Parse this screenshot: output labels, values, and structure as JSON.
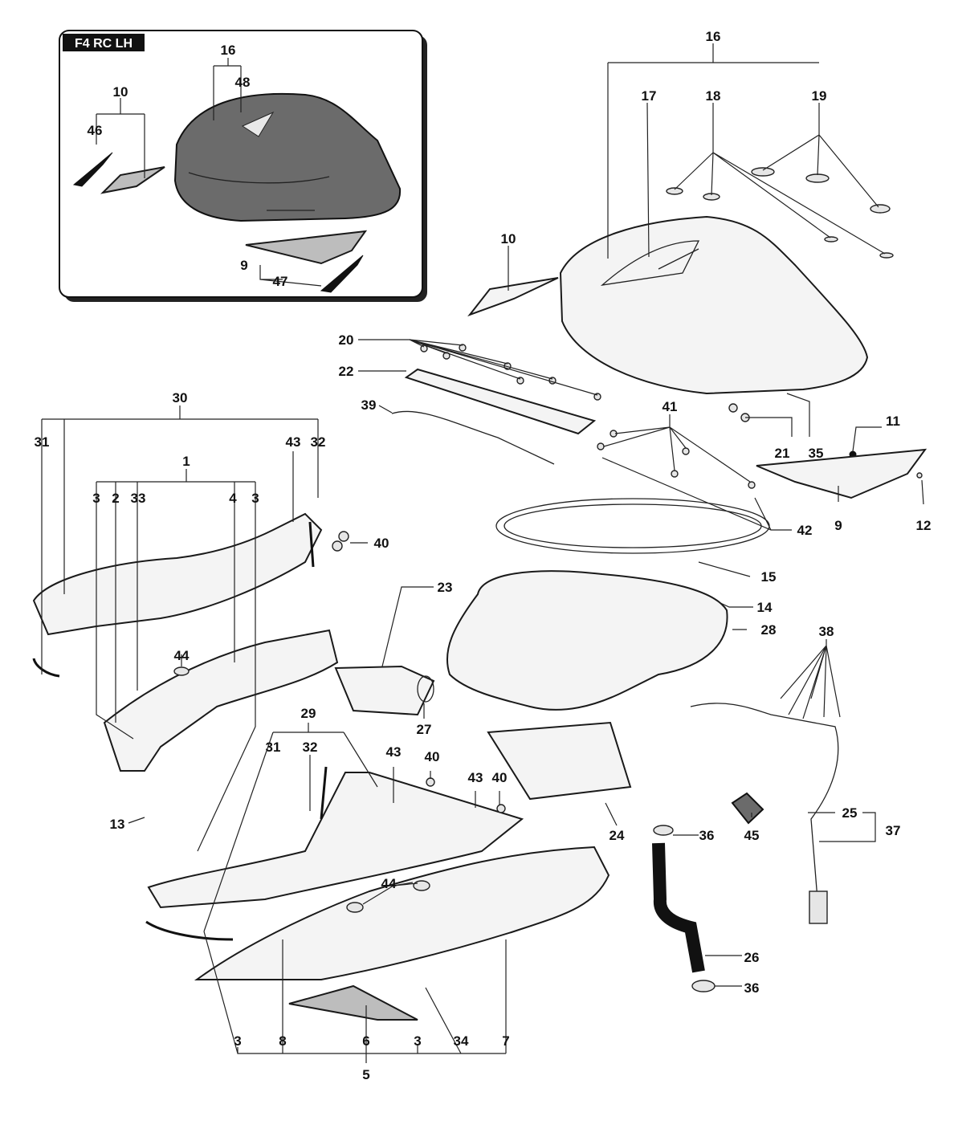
{
  "inset": {
    "title": "F4 RC LH",
    "callouts": [
      "16",
      "48",
      "10",
      "46",
      "9",
      "47"
    ]
  },
  "callouts": [
    "16",
    "17",
    "18",
    "19",
    "10",
    "20",
    "22",
    "39",
    "41",
    "11",
    "21",
    "35",
    "9",
    "12",
    "42",
    "15",
    "14",
    "28",
    "38",
    "30",
    "31",
    "43",
    "32",
    "1",
    "3",
    "2",
    "33",
    "4",
    "40",
    "23",
    "44",
    "27",
    "29",
    "13",
    "25",
    "37",
    "45",
    "36",
    "24",
    "26",
    "8",
    "6",
    "34",
    "7",
    "5"
  ],
  "colors": {
    "line": "#1a1a1a",
    "inset_fill": "#6b6b6b",
    "background": "#ffffff"
  }
}
